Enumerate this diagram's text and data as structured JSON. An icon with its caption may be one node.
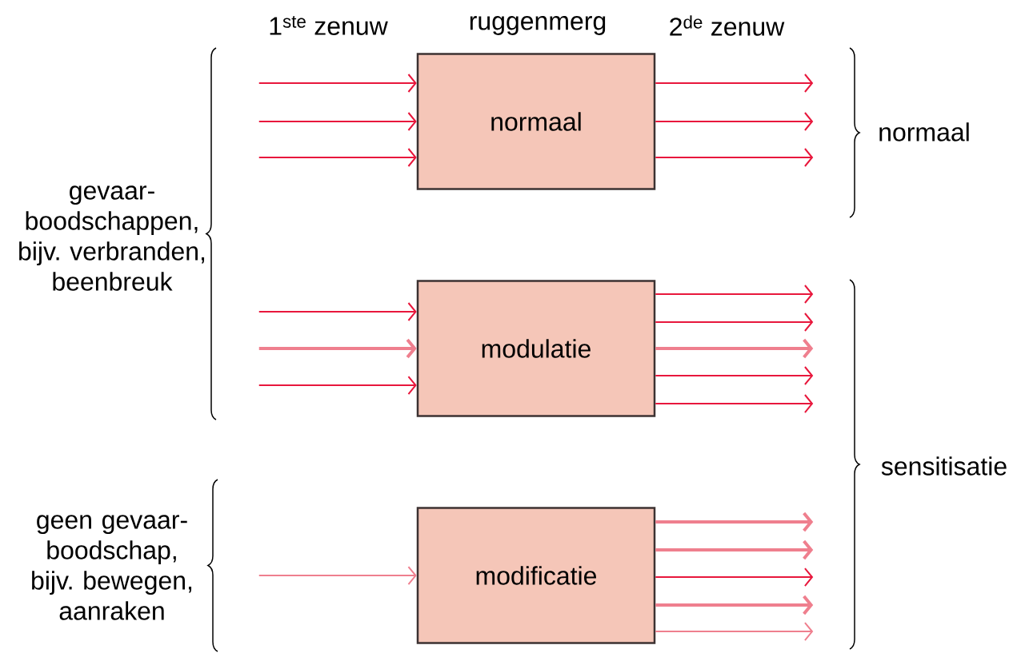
{
  "diagram": {
    "nodes": [
      {
        "text": [
          "normaal"
        ]
      },
      {
        "text": [
          "modulatie"
        ]
      },
      {
        "text": [
          "modificatie"
        ]
      }
    ],
    "edges": [
      {
        "from": null,
        "to": 0,
        "arrow": "to"
      },
      {
        "from": null,
        "to": 0,
        "arrow": "to"
      },
      {
        "from": null,
        "to": 0,
        "arrow": "to"
      },
      {
        "from": 0,
        "to": null,
        "arrow": "to"
      },
      {
        "from": 0,
        "to": null,
        "arrow": "to"
      },
      {
        "from": 0,
        "to": null,
        "arrow": "to"
      },
      {
        "from": null,
        "to": 1,
        "arrow": "to"
      },
      {
        "from": null,
        "to": 1,
        "arrow": "to",
        "style": "thick",
        "color": "#ef7f8e"
      },
      {
        "from": null,
        "to": 1,
        "arrow": "to"
      },
      {
        "from": 1,
        "to": null,
        "arrow": "to"
      },
      {
        "from": 1,
        "to": null,
        "arrow": "to"
      },
      {
        "from": 1,
        "to": null,
        "arrow": "to",
        "style": "thick",
        "color": "#ef7f8e"
      },
      {
        "from": 1,
        "to": null,
        "arrow": "to"
      },
      {
        "from": 1,
        "to": null,
        "arrow": "to"
      },
      {
        "from": null,
        "to": 2,
        "arrow": "to",
        "color": "#ef7f8e"
      },
      {
        "from": 2,
        "to": null,
        "arrow": "to",
        "style": "thick",
        "color": "#ef7f8e"
      },
      {
        "from": 2,
        "to": null,
        "arrow": "to",
        "style": "thick",
        "color": "#ef7f8e"
      },
      {
        "from": 2,
        "to": null,
        "arrow": "to"
      },
      {
        "from": 2,
        "to": null,
        "arrow": "to",
        "style": "thick",
        "color": "#ef7f8e"
      },
      {
        "from": 2,
        "to": null,
        "arrow": "to",
        "color": "#ef7f8e"
      }
    ],
    "labels": [
      "1$^{ste}$ zenuw",
      "ruggenmerg",
      "2$^{de}$ zenuw",
      "normaal",
      "gevaar-boodschappen, bijv. verbranden, beenbreuk",
      "sensitisatie",
      "geen gevaar-boodschap, bijv. bewegen, aanraken"
    ]
  }
}
